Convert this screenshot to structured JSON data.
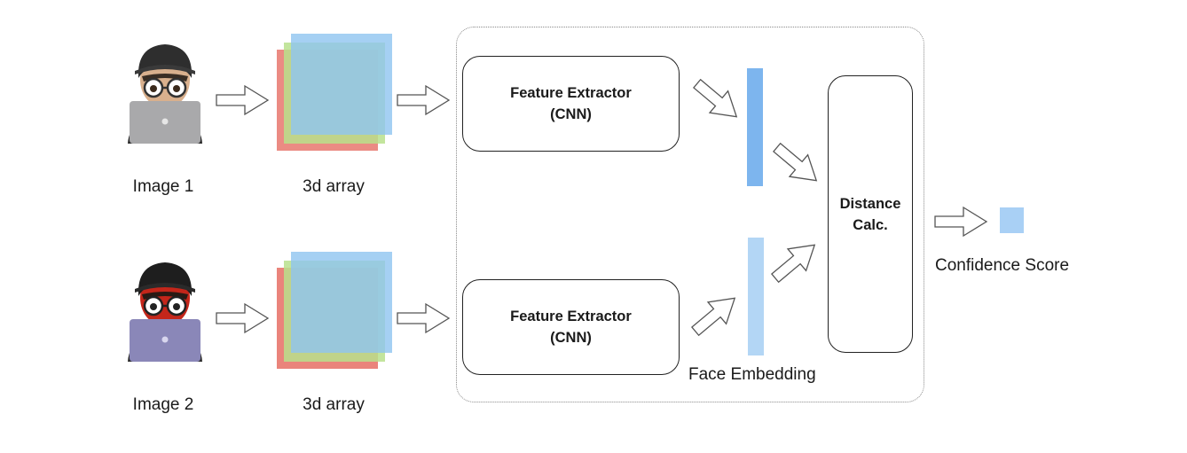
{
  "inputs": [
    {
      "image_label": "Image 1",
      "array_label": "3d array",
      "laptop_color": "#a9a9ab"
    },
    {
      "image_label": "Image 2",
      "array_label": "3d array",
      "laptop_color": "#8a87b8"
    }
  ],
  "extractors": [
    {
      "title": "Feature Extractor",
      "subtitle": "(CNN)"
    },
    {
      "title": "Feature Extractor",
      "subtitle": "(CNN)"
    }
  ],
  "embedding_label": "Face Embedding",
  "distance": {
    "line1": "Distance",
    "line2": "Calc."
  },
  "output_label": "Confidence Score",
  "colors": {
    "layer_red": "#e8776d",
    "layer_green": "#b9e08c",
    "layer_blue": "#8fc4f0",
    "embedding_1": "#7db5ee",
    "embedding_2": "#b3d6f5",
    "score": "#a9d0f5"
  }
}
